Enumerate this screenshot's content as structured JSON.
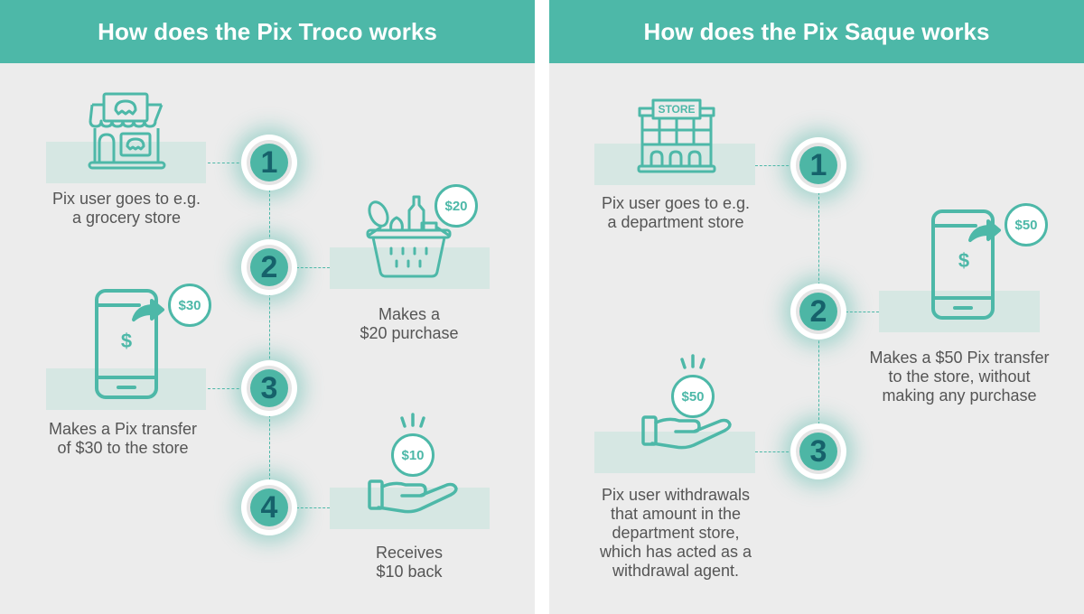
{
  "troco": {
    "title": "How does the Pix Troco works",
    "steps": [
      {
        "number": "1",
        "lines": [
          "Pix user goes to e.g.",
          "a grocery store"
        ],
        "icon": "grocery-store-icon"
      },
      {
        "number": "2",
        "lines": [
          "Makes a",
          "$20 purchase"
        ],
        "icon": "shopping-basket-icon",
        "badge": "$20"
      },
      {
        "number": "3",
        "lines": [
          "Makes a Pix transfer",
          "of $30 to the store"
        ],
        "icon": "phone-transfer-icon",
        "badge": "$30",
        "screen": "$"
      },
      {
        "number": "4",
        "lines": [
          "Receives",
          "$10 back"
        ],
        "icon": "hand-coin-icon",
        "badge": "$10"
      }
    ]
  },
  "saque": {
    "title": "How does the Pix Saque works",
    "steps": [
      {
        "number": "1",
        "lines": [
          "Pix user goes to e.g.",
          "a department store"
        ],
        "icon": "department-store-icon",
        "sign": "STORE"
      },
      {
        "number": "2",
        "lines": [
          "Makes a $50 Pix transfer",
          "to the store, without",
          "making any purchase"
        ],
        "icon": "phone-transfer-icon",
        "badge": "$50",
        "screen": "$"
      },
      {
        "number": "3",
        "lines": [
          "Pix user withdrawals",
          "that amount in the",
          "department store,",
          "which has acted as a",
          "withdrawal agent."
        ],
        "icon": "hand-coin-icon",
        "badge": "$50"
      }
    ]
  },
  "colors": {
    "accent": "#4db8a8",
    "number_text": "#16626b",
    "highlight": "#d6e7e3",
    "background": "#ececec",
    "text": "#555555"
  }
}
